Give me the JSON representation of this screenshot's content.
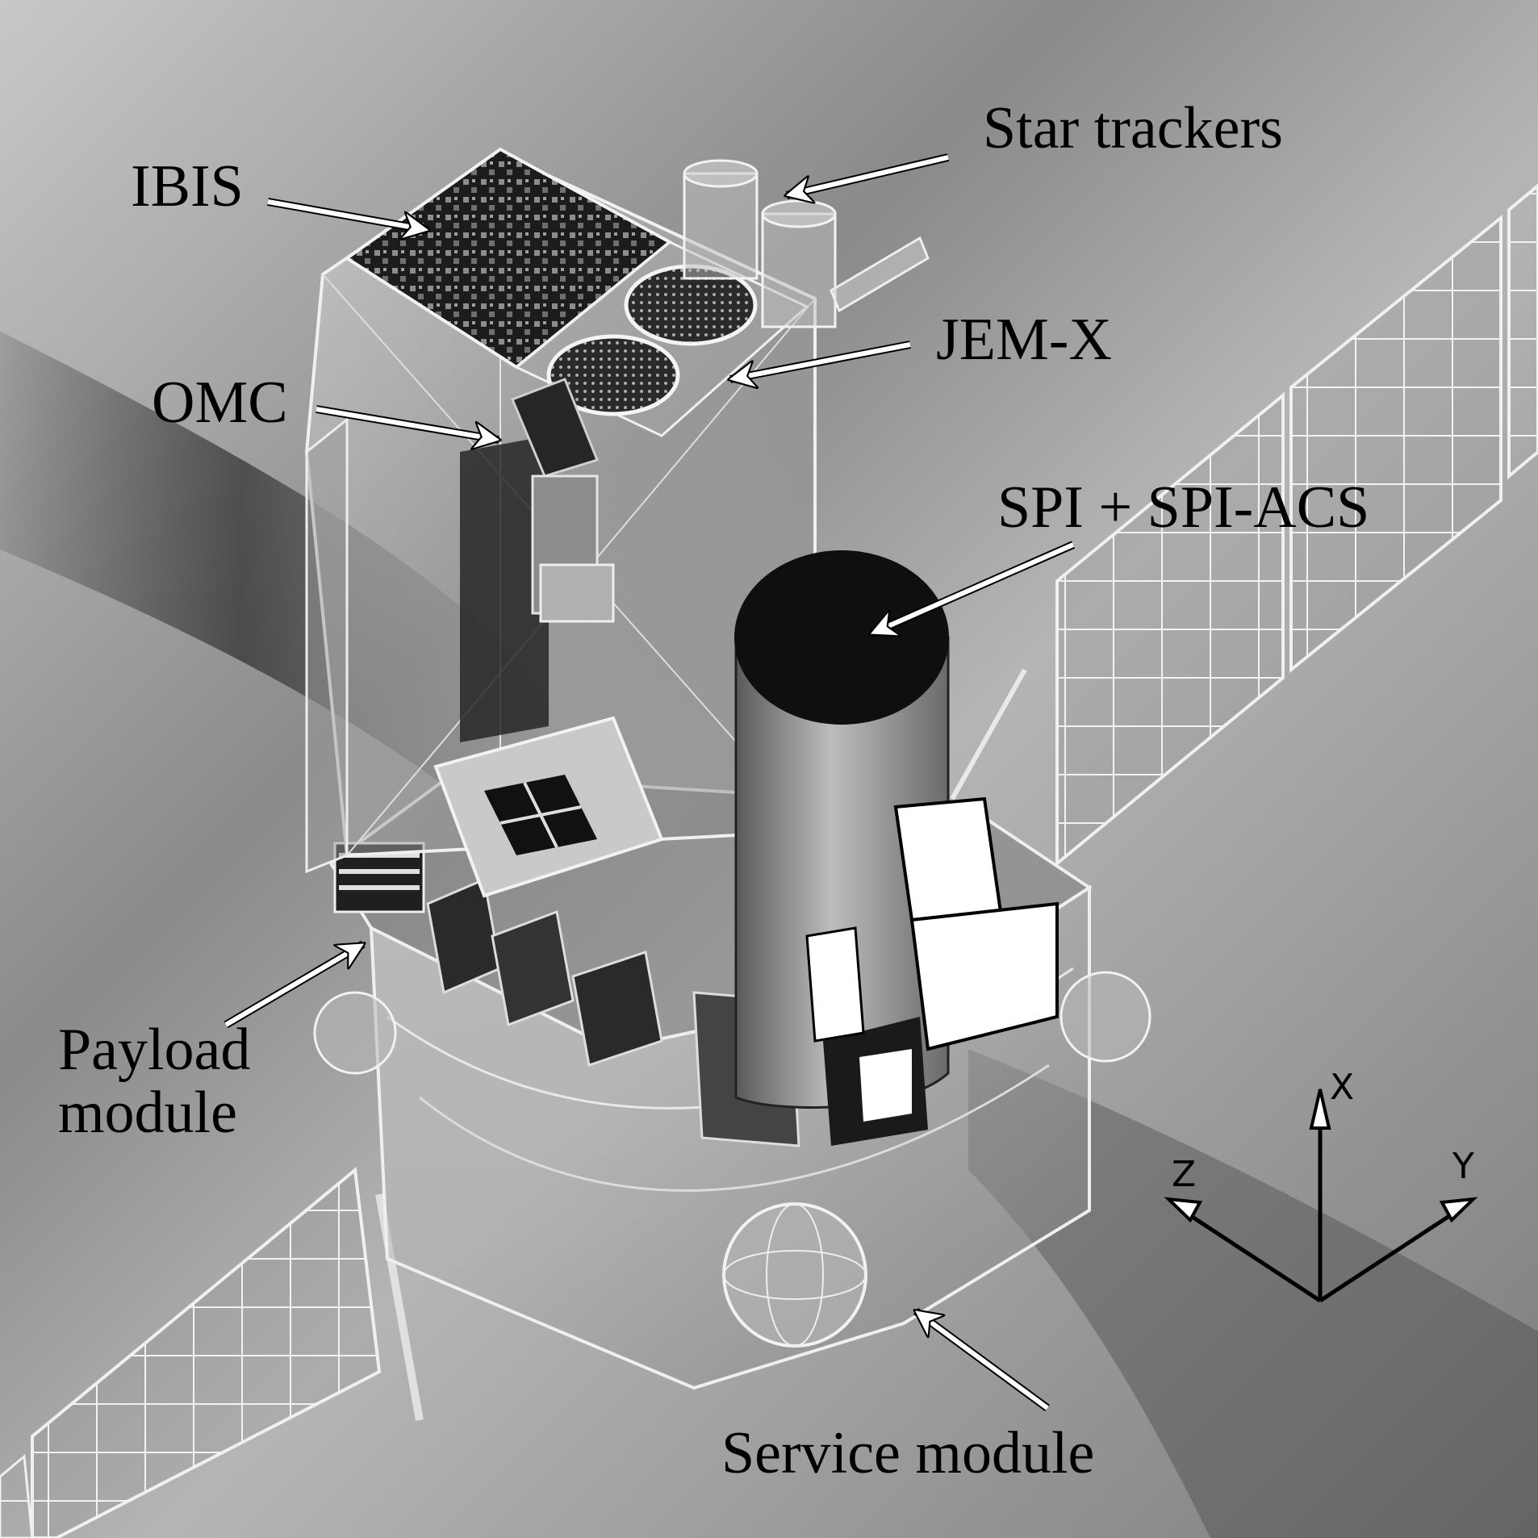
{
  "labels": {
    "star_trackers": "Star trackers",
    "ibis": "IBIS",
    "jem_x": "JEM-X",
    "omc": "OMC",
    "spi": "SPI + SPI-ACS",
    "payload_line1": "Payload",
    "payload_line2": "module",
    "service_module": "Service module"
  },
  "axes": {
    "x": "X",
    "y": "Y",
    "z": "Z"
  },
  "colors": {
    "background": "#9a9a9a",
    "ink": "#000000",
    "arrow": "#ffffff"
  }
}
